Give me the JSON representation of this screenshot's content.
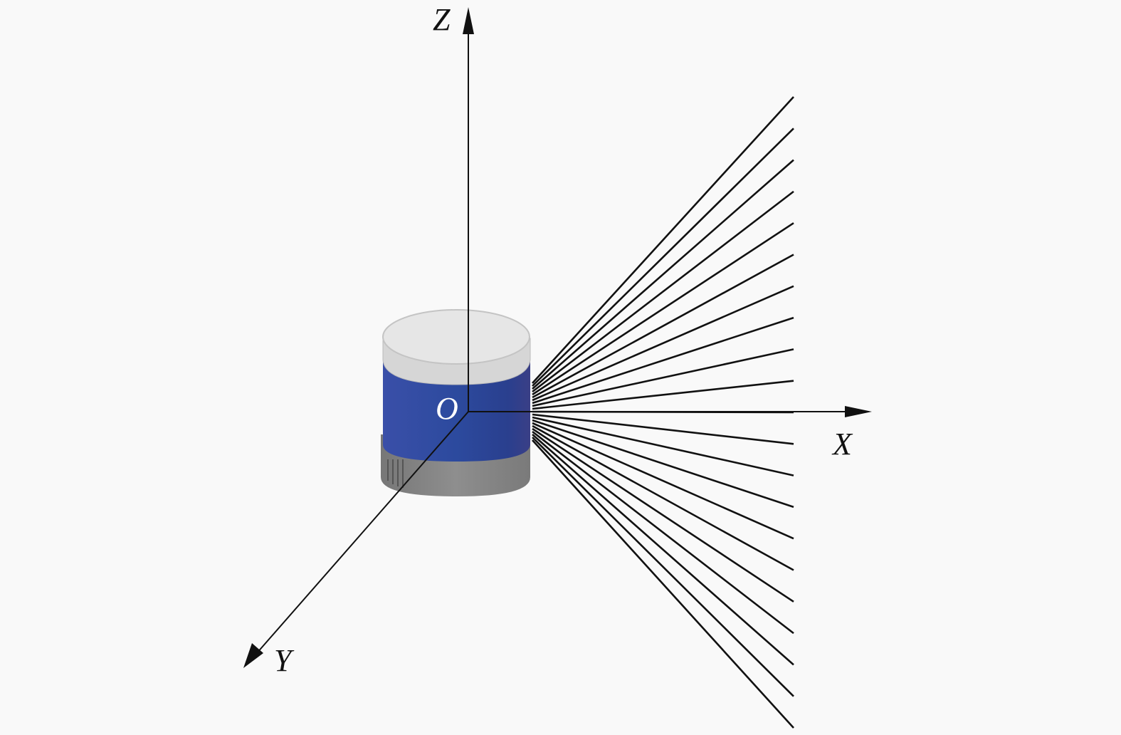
{
  "diagram": {
    "axes": {
      "x_label": "X",
      "y_label": "Y",
      "z_label": "Z",
      "origin_label": "O"
    },
    "ray_count": 21,
    "colors": {
      "background": "#f9f9f9",
      "lidar_top": "#e4e4e4",
      "lidar_body": "#2f4da0",
      "lidar_base": "#8a8a8a",
      "lines": "#111111"
    }
  }
}
